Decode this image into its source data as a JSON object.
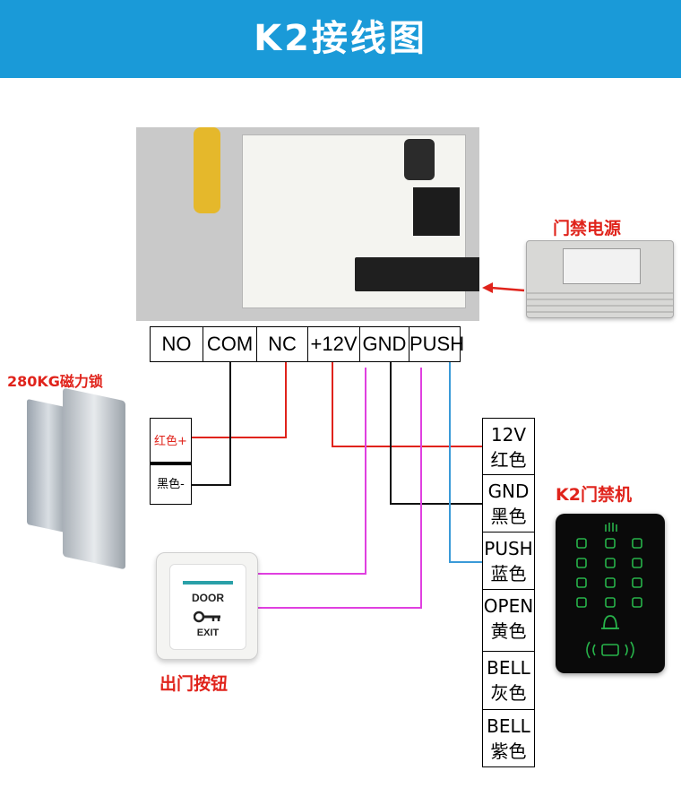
{
  "title": "K2接线图",
  "power_supply_label": "门禁电源",
  "lock_label": "280KG磁力锁",
  "exit_button_label": "出门按钮",
  "keypad_label": "K2门禁机",
  "exit_button_text": {
    "line1": "DOOR",
    "line2": "EXIT"
  },
  "terminals": [
    "NO",
    "COM",
    "NC",
    "+12V",
    "GND",
    "PUSH"
  ],
  "lock_wires": [
    "红色+",
    "黑色-"
  ],
  "keypad_wires": [
    {
      "signal": "12V",
      "color_name": "红色"
    },
    {
      "signal": "GND",
      "color_name": "黑色"
    },
    {
      "signal": "PUSH",
      "color_name": "蓝色"
    },
    {
      "signal": "OPEN",
      "color_name": "黄色"
    },
    {
      "signal": "BELL",
      "color_name": "灰色"
    },
    {
      "signal": "BELL",
      "color_name": "紫色"
    }
  ],
  "colors": {
    "banner": "#1a9ad8",
    "red_wire": "#e0231b",
    "black_wire": "#111111",
    "magenta_wire": "#e040e0",
    "blue_wire": "#3a9ad8",
    "label_red": "#e0231b"
  }
}
